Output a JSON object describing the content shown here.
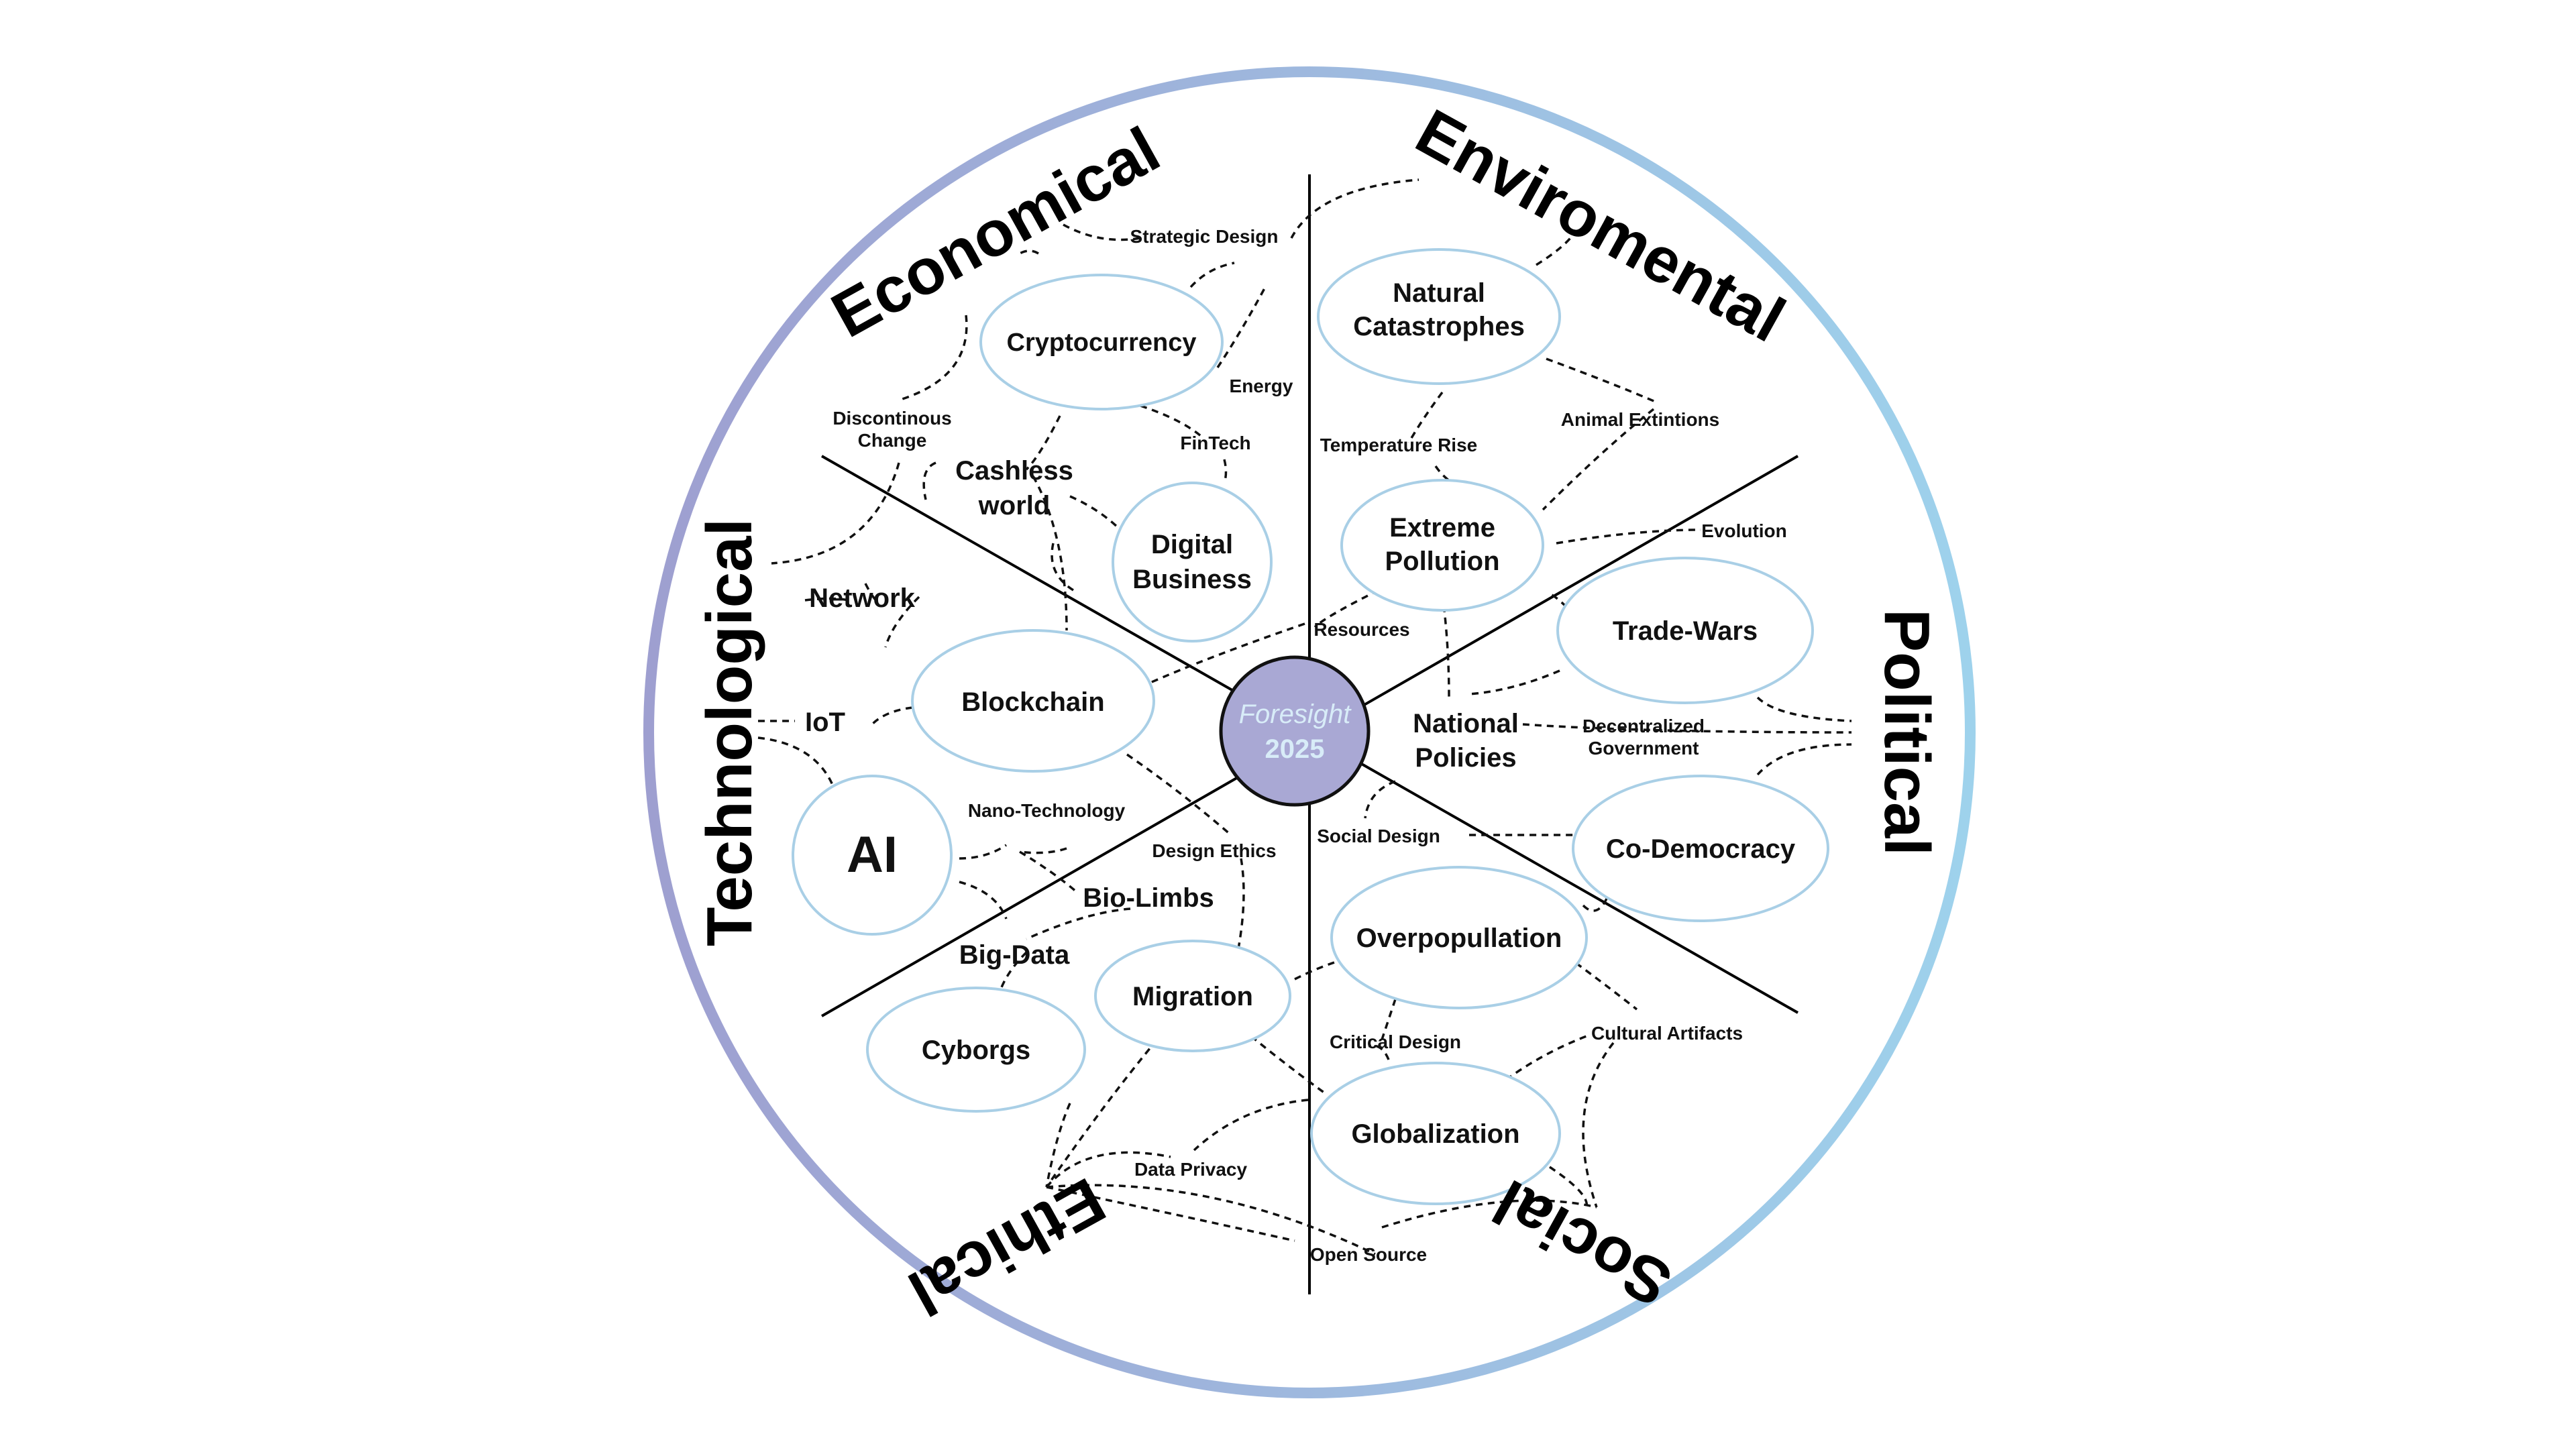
{
  "colors": {
    "ring_gradient_start": "#9e9fd0",
    "ring_gradient_end": "#9ed2ec",
    "center_fill": "#a9a8d4",
    "center_title_color": "#d8ecf8",
    "center_year_color": "#d8ecf8",
    "ellipse_stroke": "#a9cfe6"
  },
  "center": {
    "title": "Foresight",
    "year": "2025"
  },
  "sectors": {
    "economical": "Economical",
    "enviromental": "Enviromental",
    "political": "Political",
    "social": "Social",
    "ethical": "Ethical",
    "technological": "Technological"
  },
  "nodes": {
    "cryptocurrency": "Cryptocurrency",
    "natural_catastrophes": [
      "Natural",
      "Catastrophes"
    ],
    "digital_business": [
      "Digital",
      "Business"
    ],
    "extreme_pollution": [
      "Extreme",
      "Pollution"
    ],
    "trade_wars": "Trade-Wars",
    "blockchain": "Blockchain",
    "ai": "AI",
    "co_democracy": "Co-Democracy",
    "overpopulation": "Overpopullation",
    "migration": "Migration",
    "cyborgs": "Cyborgs",
    "globalization": "Globalization"
  },
  "labels": {
    "strategic_design": "Strategic Design",
    "energy": "Energy",
    "temperature_rise": "Temperature Rise",
    "animal_extintions": "Animal Extintions",
    "fintech": "FinTech",
    "discontinous_change": [
      "Discontinous",
      "Change"
    ],
    "cashless_world": [
      "Cashless",
      "world"
    ],
    "evolution": "Evolution",
    "network": "Network",
    "resources": "Resources",
    "iot": "IoT",
    "national_policies": [
      "National",
      "Policies"
    ],
    "decentralized_government": [
      "Decentralized",
      "Government"
    ],
    "nano_technology": "Nano-Technology",
    "design_ethics": "Design Ethics",
    "social_design": "Social Design",
    "bio_limbs": "Bio-Limbs",
    "big_data": "Big-Data",
    "critical_design": "Critical Design",
    "cultural_artifacts": "Cultural Artifacts",
    "data_privacy": "Data Privacy",
    "open_source": "Open Source"
  }
}
